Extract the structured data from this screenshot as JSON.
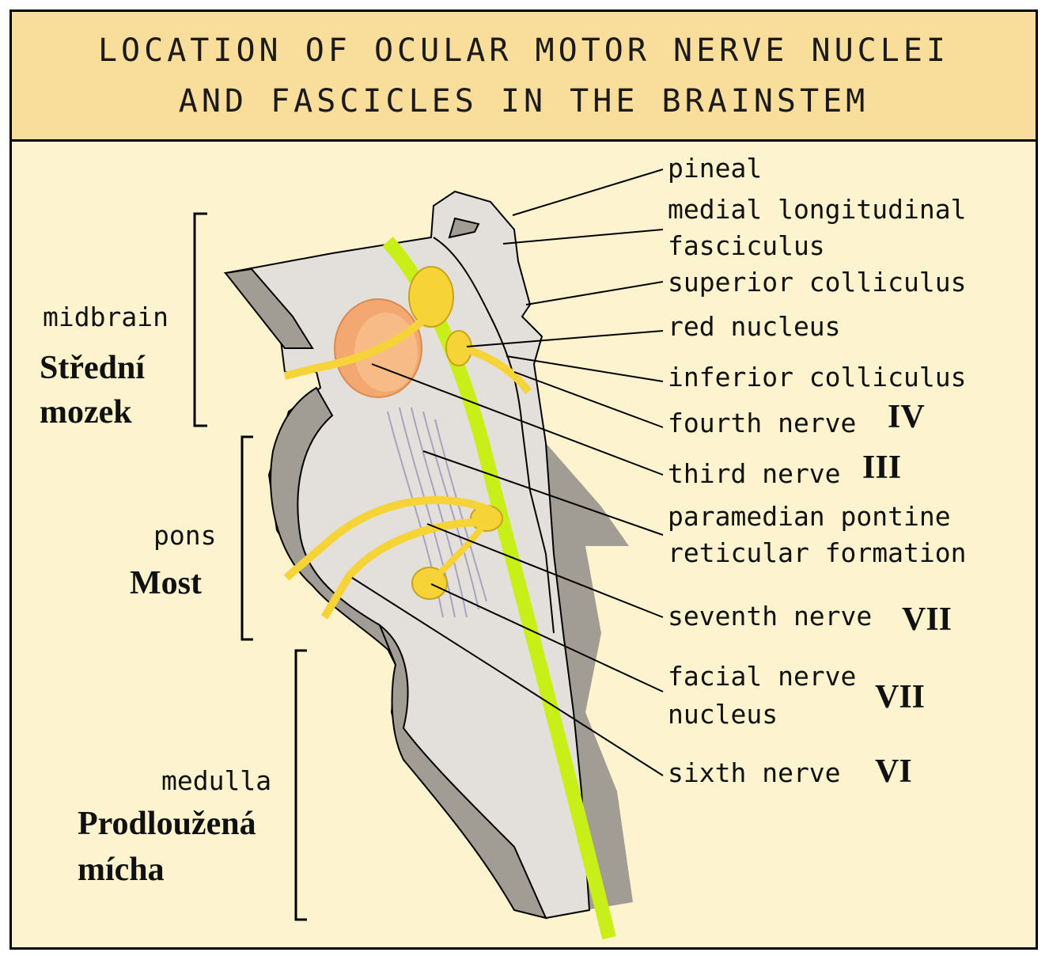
{
  "title": {
    "line1": "LOCATION OF OCULAR MOTOR NERVE NUCLEI",
    "line2": "AND FASCICLES IN THE BRAINSTEM"
  },
  "regions": {
    "midbrain": {
      "label": "midbrain",
      "czech_line1": "Střední",
      "czech_line2": "mozek"
    },
    "pons": {
      "label": "pons",
      "czech": "Most"
    },
    "medulla": {
      "label": "medulla",
      "czech_line1": "Prodloužená",
      "czech_line2": "mícha"
    }
  },
  "labels": {
    "pineal": "pineal",
    "mlf_line1": "medial longitudinal",
    "mlf_line2": "fasciculus",
    "superior_colliculus": "superior colliculus",
    "red_nucleus": "red nucleus",
    "inferior_colliculus": "inferior colliculus",
    "fourth_nerve": "fourth nerve",
    "fourth_nerve_roman": "IV",
    "third_nerve": "third nerve",
    "third_nerve_roman": "III",
    "pprf_line1": "paramedian pontine",
    "pprf_line2": "reticular formation",
    "seventh_nerve": "seventh nerve",
    "seventh_nerve_roman": "VII",
    "facial_nucleus_line1": "facial nerve",
    "facial_nucleus_line2": "nucleus",
    "facial_nucleus_roman": "VII",
    "sixth_nerve": "sixth nerve",
    "sixth_nerve_roman": "VI"
  },
  "colors": {
    "header_bg": "#f9dd9b",
    "panel_bg": "#fdf4cf",
    "brainstem_fill": "#e3dfda",
    "brainstem_shadow": "#a29d94",
    "mlf_green": "#c9ef18",
    "nucleus_yellow": "#f6d336",
    "red_nucleus_orange": "#f2a870"
  }
}
